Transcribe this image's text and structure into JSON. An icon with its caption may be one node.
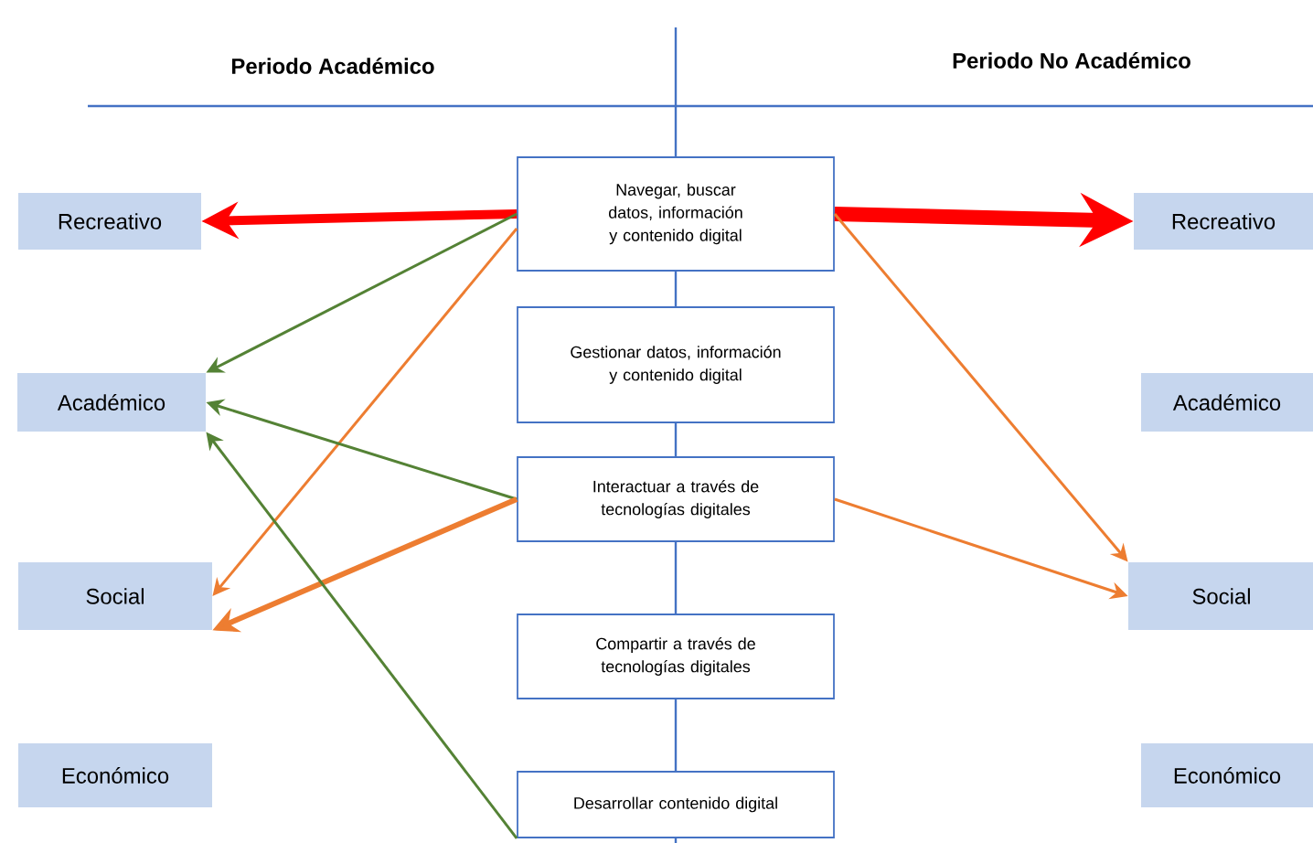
{
  "diagram": {
    "nodes": [
      {
        "text": [
          "Recreativo"
        ]
      },
      {
        "text": [
          "Académico"
        ]
      },
      {
        "text": [
          "Social"
        ]
      },
      {
        "text": [
          "Económico"
        ]
      },
      {
        "text": [
          "Navegar, buscar datos, información y contenido digital"
        ]
      },
      {
        "text": [
          "Gestionar datos, información y contenido digital"
        ]
      },
      {
        "text": [
          "Interactuar a través de tecnologías digitales"
        ]
      },
      {
        "text": [
          "Compartir a través de tecnologías digitales"
        ]
      },
      {
        "text": [
          "Desarrollar contenido digital"
        ]
      },
      {
        "text": [
          "Recreativo"
        ]
      },
      {
        "text": [
          "Académico"
        ]
      },
      {
        "text": [
          "Social"
        ]
      },
      {
        "text": [
          "Económico"
        ]
      }
    ],
    "edges": [
      {
        "from": 4,
        "to": 0,
        "arrow": "to",
        "style": "thick",
        "color": "#ff0000"
      },
      {
        "from": 4,
        "to": 9,
        "arrow": "to",
        "style": "thick",
        "color": "#ff0000"
      },
      {
        "from": 4,
        "to": 1,
        "arrow": "to",
        "color": "#548235"
      },
      {
        "from": 4,
        "to": 2,
        "arrow": "to"
      },
      {
        "from": 4,
        "to": 11,
        "arrow": "to"
      },
      {
        "from": 6,
        "to": 1,
        "arrow": "to",
        "color": "#548235"
      },
      {
        "from": 6,
        "to": 2,
        "arrow": "to",
        "style": "thick"
      },
      {
        "from": 6,
        "to": 11,
        "arrow": "to"
      },
      {
        "from": 8,
        "to": 1,
        "arrow": "to",
        "color": "#548235"
      }
    ],
    "labels": [
      "Periodo Académico",
      "Periodo No Académico"
    ]
  }
}
